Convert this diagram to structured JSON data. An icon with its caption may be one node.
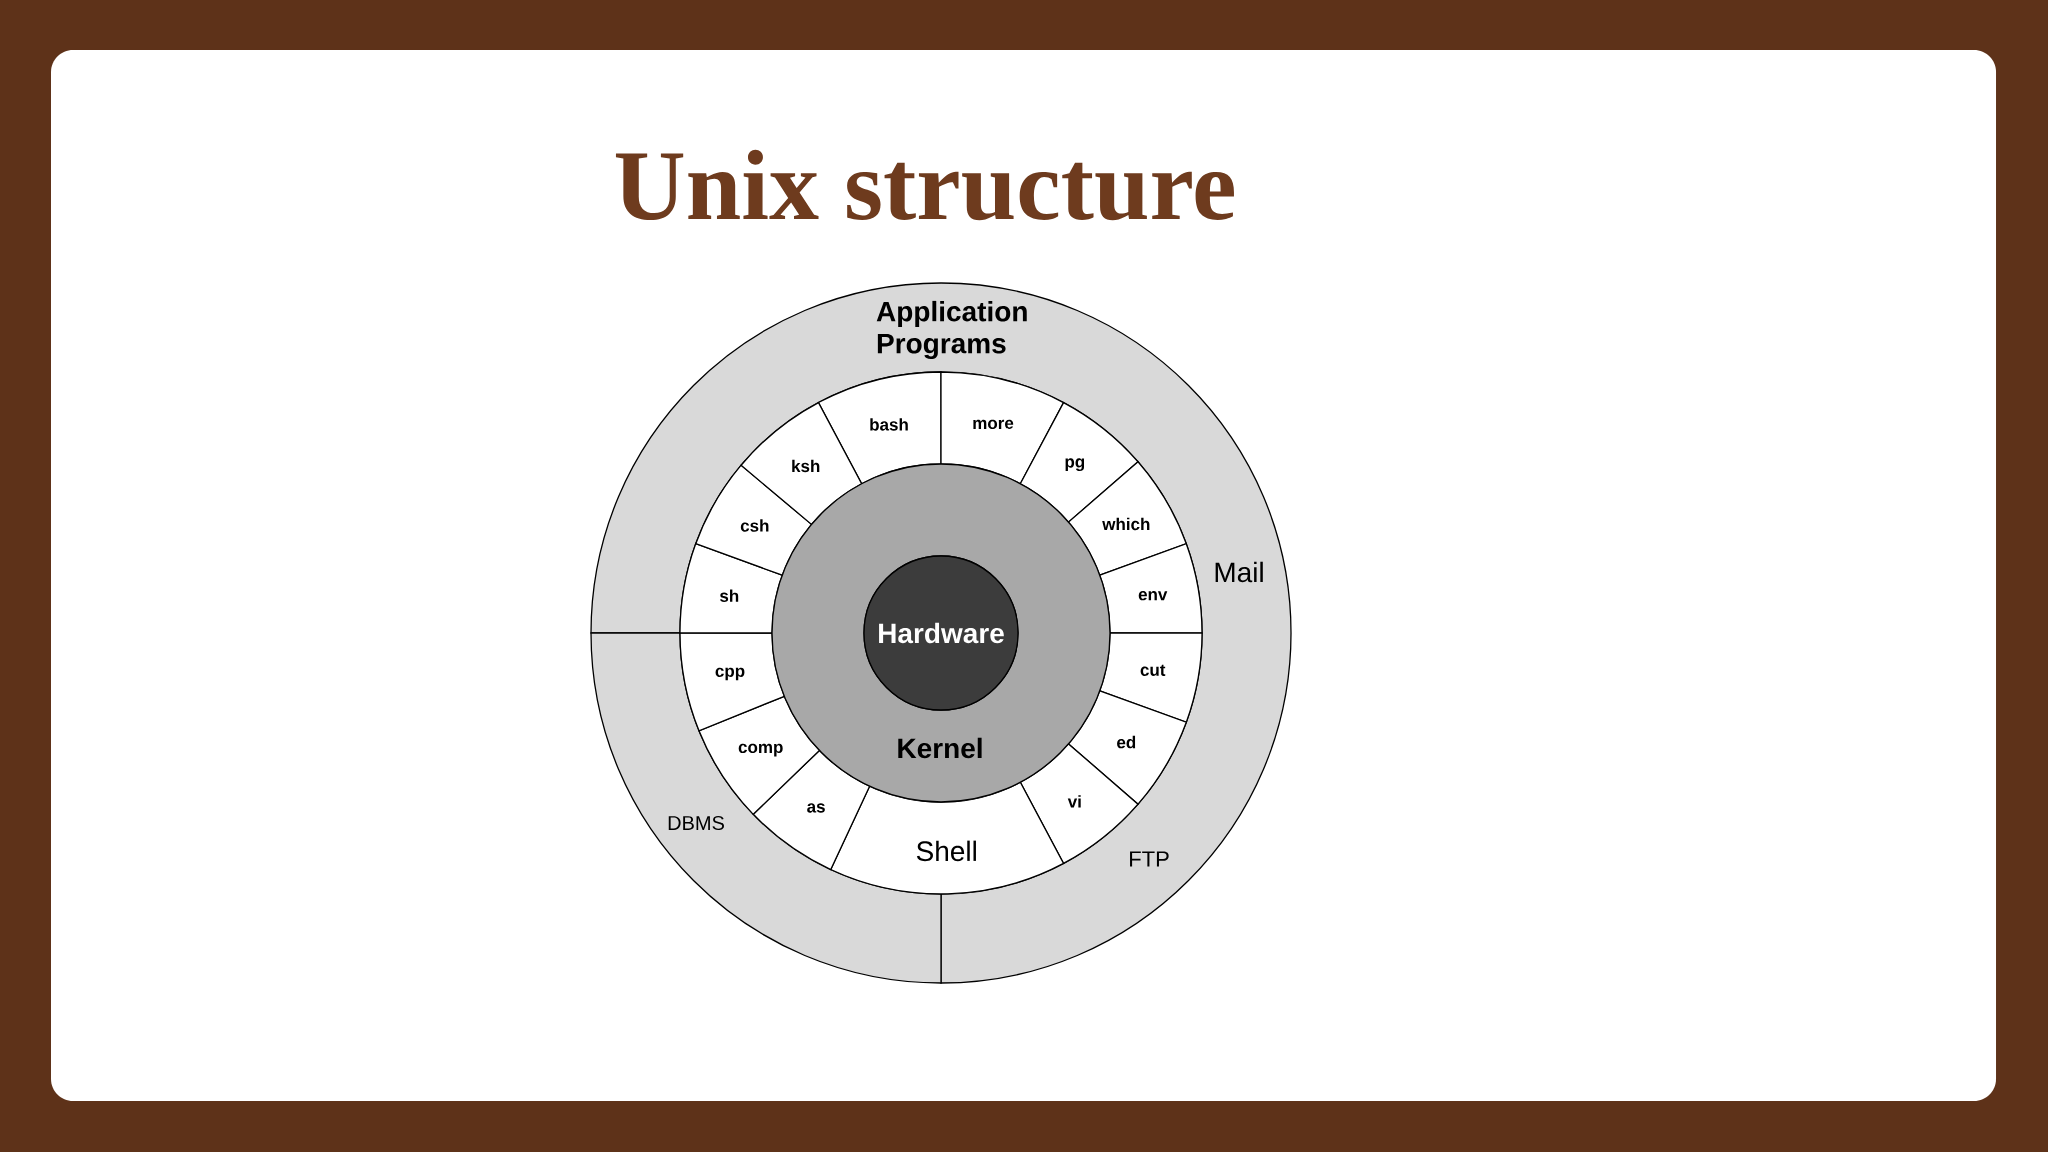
{
  "diagram": {
    "title": "Unix structure",
    "nodes": [
      {
        "text": [
          "Application Programs",
          "Mail",
          "FTP"
        ]
      },
      {
        "text": [
          "DBMS"
        ]
      },
      {
        "text": [
          "bash"
        ]
      },
      {
        "text": [
          "more"
        ]
      },
      {
        "text": [
          "pg"
        ]
      },
      {
        "text": [
          "which"
        ]
      },
      {
        "text": [
          "env"
        ]
      },
      {
        "text": [
          "cut"
        ]
      },
      {
        "text": [
          "ed"
        ]
      },
      {
        "text": [
          "vi"
        ]
      },
      {
        "text": [
          "Shell"
        ]
      },
      {
        "text": [
          "as"
        ]
      },
      {
        "text": [
          "comp"
        ]
      },
      {
        "text": [
          "cpp"
        ]
      },
      {
        "text": [
          "sh"
        ]
      },
      {
        "text": [
          "csh"
        ]
      },
      {
        "text": [
          "ksh"
        ]
      },
      {
        "text": [
          "Kernel"
        ]
      },
      {
        "text": [
          "Hardware"
        ],
        "in": 17
      }
    ]
  }
}
